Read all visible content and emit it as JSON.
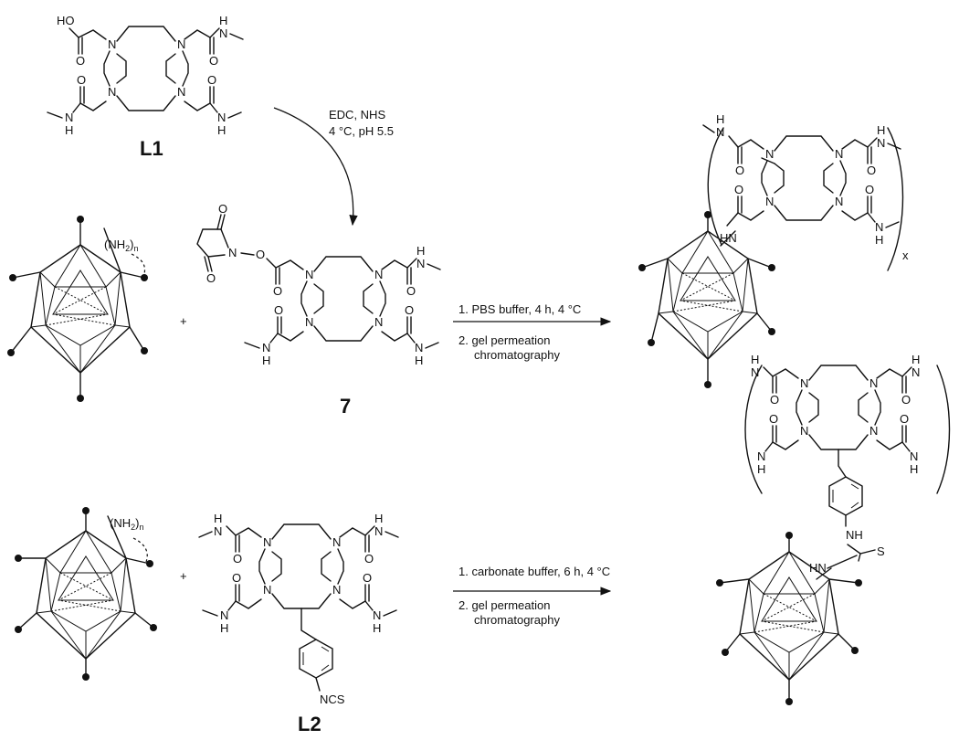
{
  "compounds": {
    "l1": "L1",
    "nhs_ester": "7",
    "l2": "L2"
  },
  "reactions": {
    "activation": [
      "EDC, NHS",
      "4 °C, pH 5.5"
    ],
    "pbs": [
      "1. PBS buffer, 4 h, 4 °C",
      "2. gel permeation",
      "chromatography"
    ],
    "carbonate": [
      "1. carbonate buffer, 6 h, 4 °C",
      "2. gel permeation",
      "chromatography"
    ]
  },
  "labels": {
    "plus": "+",
    "amine_group": "(NH",
    "amine_sub": "2",
    "amine_close": ")",
    "amine_n": "n",
    "subscript_x": "x",
    "N": "N",
    "O": "O",
    "H": "H",
    "S": "S",
    "NH": "NH",
    "HN": "HN",
    "HO": "HO",
    "NCS": "NCS"
  }
}
